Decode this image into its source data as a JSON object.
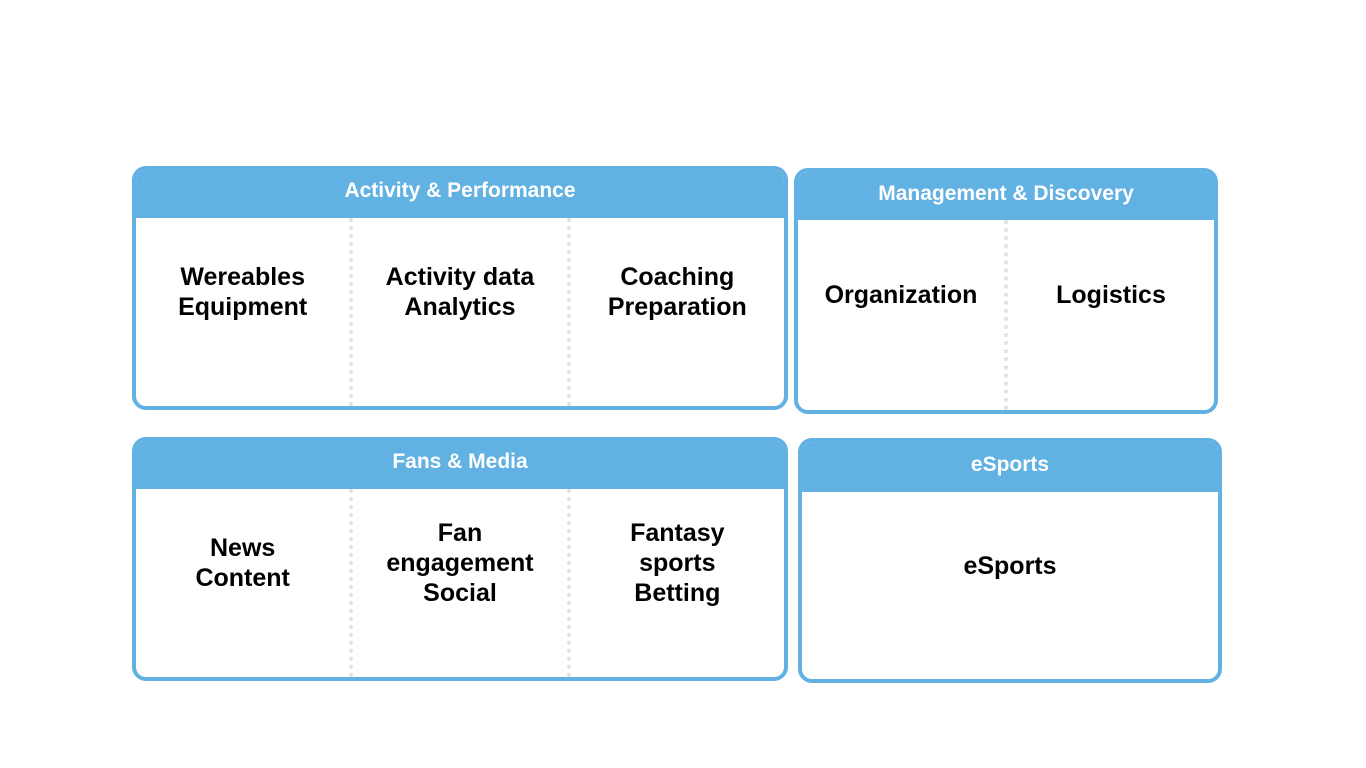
{
  "panels": {
    "activity": {
      "title": "Activity & Performance",
      "cells": [
        "Wereables\nEquipment",
        "Activity data\nAnalytics",
        "Coaching\nPreparation"
      ]
    },
    "management": {
      "title": "Management & Discovery",
      "cells": [
        "Organization",
        "Logistics"
      ]
    },
    "fans": {
      "title": "Fans & Media",
      "cells": [
        "News\nContent",
        "Fan\nengagement\nSocial",
        "Fantasy\nsports\nBetting"
      ]
    },
    "esports": {
      "title": "eSports",
      "cells": [
        "eSports"
      ]
    }
  },
  "colors": {
    "accent": "#62b1e3",
    "divider": "#e2e2e2",
    "text": "#000000"
  }
}
